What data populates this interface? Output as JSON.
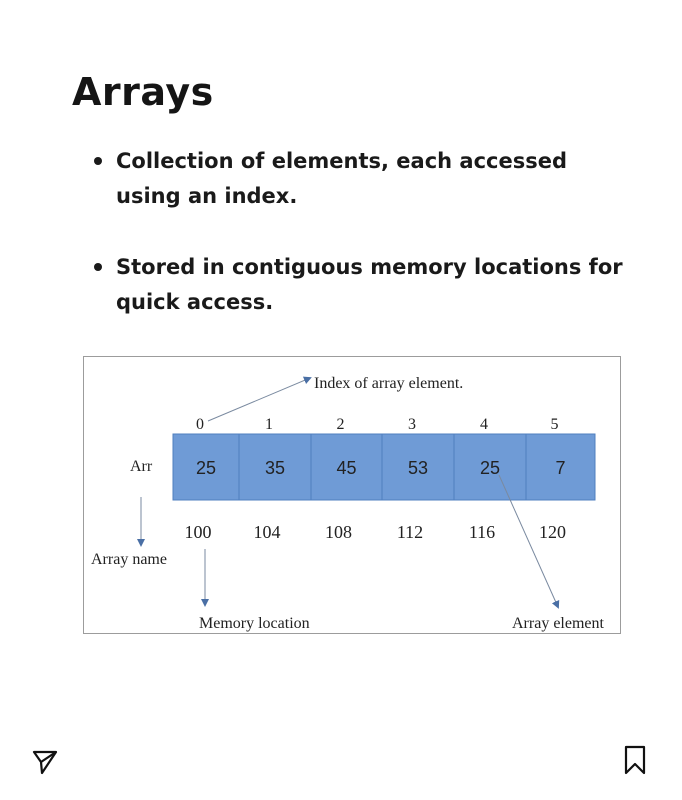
{
  "title": "Arrays",
  "bullets": [
    "Collection of elements, each accessed using an index.",
    "Stored in contiguous memory locations for quick access."
  ],
  "diagram": {
    "index_caption": "Index of array element.",
    "array_label": "Arr",
    "indices": [
      "0",
      "1",
      "2",
      "3",
      "4",
      "5"
    ],
    "values": [
      "25",
      "35",
      "45",
      "53",
      "25",
      "7"
    ],
    "addresses": [
      "100",
      "104",
      "108",
      "112",
      "116",
      "120"
    ],
    "array_name_caption": "Array name",
    "memory_caption": "Memory location",
    "element_caption": "Array element",
    "cell_color": "#6f9bd6",
    "cell_border": "#4f7fbf",
    "arrow_color": "#4a6fa5"
  },
  "footer": {
    "share_icon": "send-icon",
    "save_icon": "bookmark-icon"
  }
}
